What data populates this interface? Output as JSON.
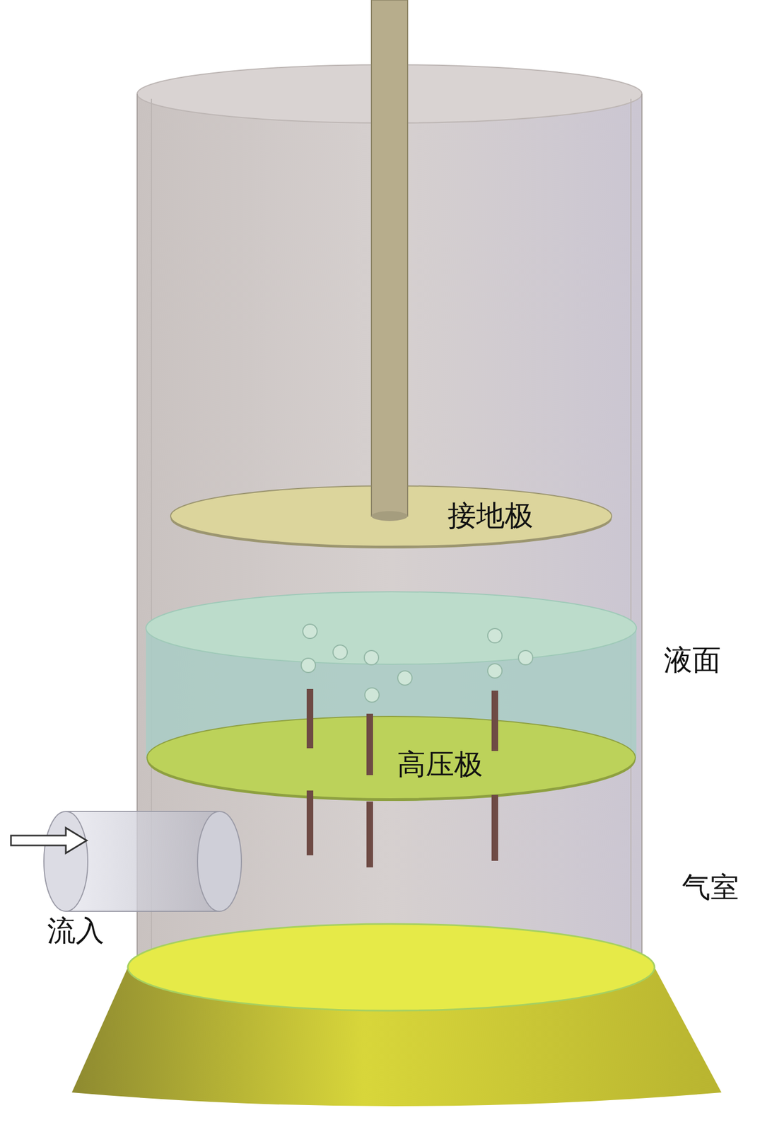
{
  "diagram": {
    "nodes": [
      {
        "text": [
          "接地极"
        ]
      },
      {
        "text": [
          "高压极"
        ]
      }
    ],
    "labels": [
      "液面",
      "气室",
      "流入"
    ]
  }
}
